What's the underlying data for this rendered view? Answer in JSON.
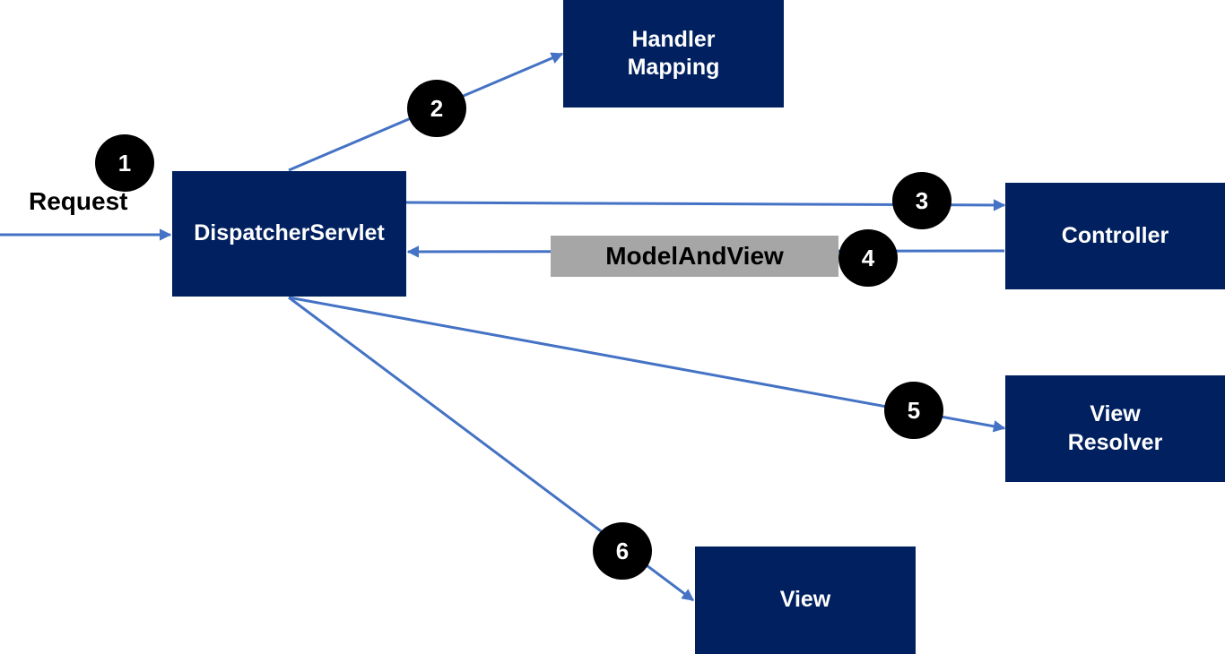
{
  "colors": {
    "box_fill": "#002060",
    "box_text": "#ffffff",
    "arrow": "#4472C4",
    "badge_fill": "#000000",
    "badge_text": "#ffffff",
    "return_label_fill": "#a6a6a6"
  },
  "nodes": {
    "dispatcher": "DispatcherServlet",
    "handler_mapping": "Handler\nMapping",
    "controller": "Controller",
    "view_resolver": "View\nResolver",
    "view": "View"
  },
  "labels": {
    "request": "Request",
    "model_and_view": "ModelAndView"
  },
  "steps": [
    "1",
    "2",
    "3",
    "4",
    "5",
    "6"
  ]
}
